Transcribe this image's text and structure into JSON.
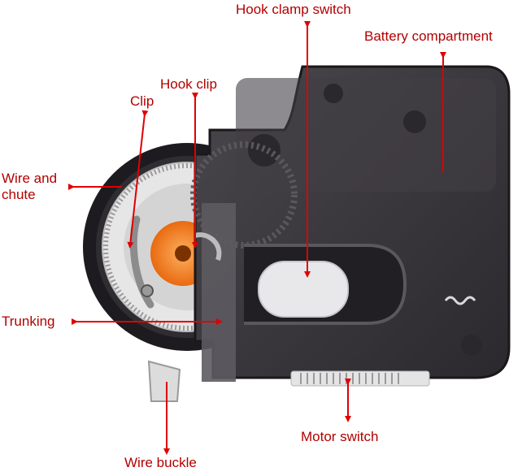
{
  "colors": {
    "label": "#b30000",
    "arrow": "#e00000",
    "device_body": "#3a373c",
    "device_dark": "#1f1d21",
    "spool_plate": "#d9d9d9",
    "orange_hub": "#f07a1a",
    "slider_button": "#e8e8ea"
  },
  "labels": {
    "hook_clamp_switch": "Hook clamp switch",
    "battery_compartment": "Battery compartment",
    "hook_clip": "Hook clip",
    "clip": "Clip",
    "wire_and_chute": "Wire and\nchute",
    "trunking": "Trunking",
    "wire_buckle": "Wire buckle",
    "motor_switch": "Motor switch"
  }
}
